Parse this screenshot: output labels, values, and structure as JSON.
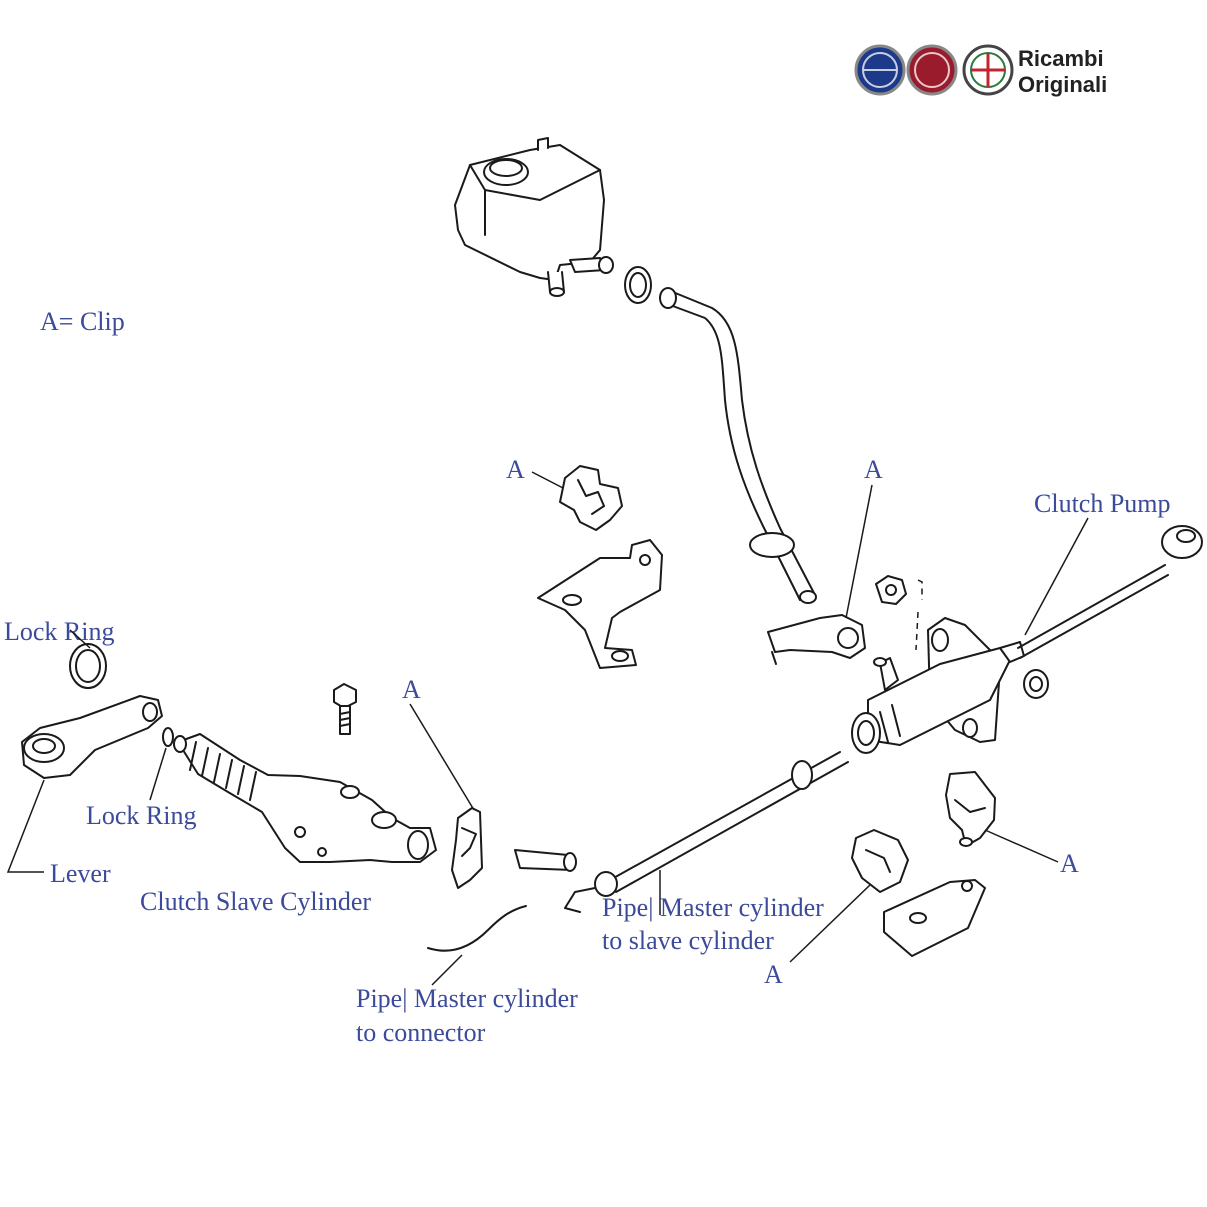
{
  "brand": {
    "line1": "Ricambi",
    "line2": "Originali",
    "badges": [
      "LANCIA",
      "FIAT",
      "ALFA ROMEO"
    ]
  },
  "legend": "A= Clip",
  "labels": {
    "clip_a_1": "A",
    "clip_a_2": "A",
    "clip_a_3": "A",
    "clip_a_4": "A",
    "clip_a_5": "A",
    "clutch_pump": "Clutch Pump",
    "lock_ring_1": "Lock Ring",
    "lock_ring_2": "Lock Ring",
    "lever": "Lever",
    "clutch_slave_cylinder": "Clutch Slave Cylinder",
    "pipe_master_slave_1": "Pipe| Master cylinder",
    "pipe_master_slave_2": "to slave cylinder",
    "pipe_master_connector_1": "Pipe| Master cylinder",
    "pipe_master_connector_2": "to connector"
  }
}
